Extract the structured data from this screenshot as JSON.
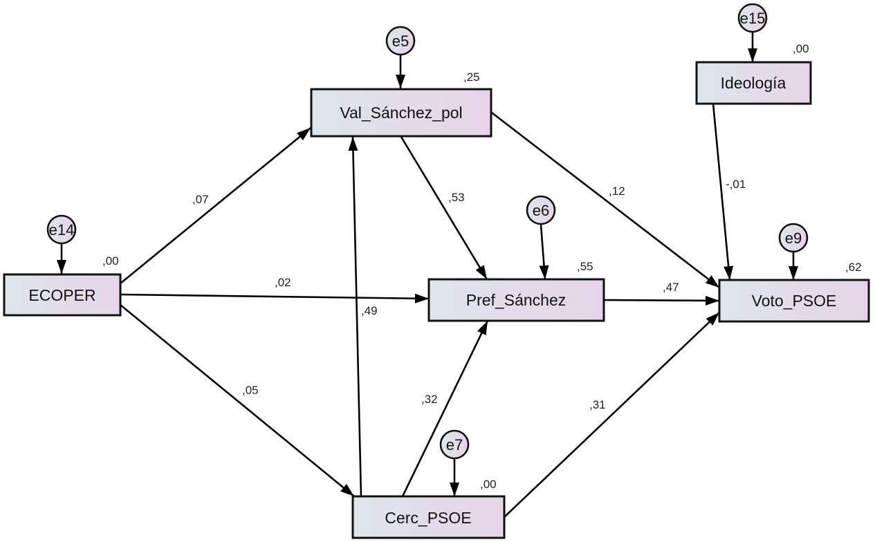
{
  "diagram": {
    "type": "path-diagram",
    "colors": {
      "box_fill_start": "#dde6ea",
      "box_fill_end": "#e6d4e8",
      "stroke": "#000000"
    },
    "variables": [
      {
        "id": "ecoper",
        "label": "ECOPER",
        "r2": ",00",
        "error": "e14"
      },
      {
        "id": "val",
        "label": "Val_Sánchez_pol",
        "r2": ",25",
        "error": "e5"
      },
      {
        "id": "pref",
        "label": "Pref_Sánchez",
        "r2": ",55",
        "error": "e6"
      },
      {
        "id": "cerc",
        "label": "Cerc_PSOE",
        "r2": ",00",
        "error": "e7"
      },
      {
        "id": "ideo",
        "label": "Ideología",
        "r2": ",00",
        "error": "e15"
      },
      {
        "id": "voto",
        "label": "Voto_PSOE",
        "r2": ",62",
        "error": "e9"
      }
    ],
    "paths": [
      {
        "from": "ecoper",
        "to": "val",
        "coef": ",07"
      },
      {
        "from": "ecoper",
        "to": "pref",
        "coef": ",02"
      },
      {
        "from": "ecoper",
        "to": "cerc",
        "coef": ",05"
      },
      {
        "from": "cerc",
        "to": "val",
        "coef": ",49"
      },
      {
        "from": "val",
        "to": "pref",
        "coef": ",53"
      },
      {
        "from": "cerc",
        "to": "pref",
        "coef": ",32"
      },
      {
        "from": "val",
        "to": "voto",
        "coef": ",12"
      },
      {
        "from": "pref",
        "to": "voto",
        "coef": ",47"
      },
      {
        "from": "cerc",
        "to": "voto",
        "coef": ",31"
      },
      {
        "from": "ideo",
        "to": "voto",
        "coef": "-,01"
      }
    ]
  }
}
